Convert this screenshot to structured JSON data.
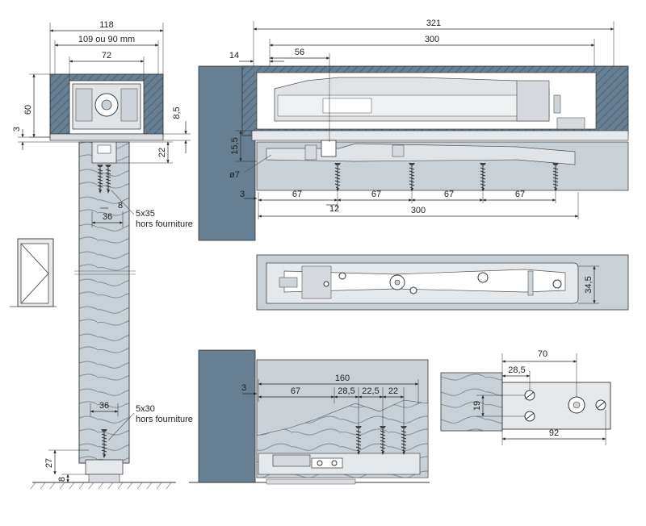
{
  "colors": {
    "wall": "#667f93",
    "door_panel": "#c9d1d7",
    "mechanism": "#e1e4e7",
    "mechanism_dark": "#9aa3aa",
    "wood_hatch": "#7c8d99",
    "line": "#2a2a2a"
  },
  "icons": {
    "door_symbol": "door-elevation-icon",
    "screw": "wood-screw-icon"
  },
  "section_view": {
    "dim_overall": "118",
    "dim_rail": "109 ou 90 mm",
    "dim_inner": "72",
    "dim_height": "60",
    "dim_offset": "3",
    "dim_flange": "8,5",
    "dim_bracket": "22",
    "dim_screw_spacing": "8",
    "dim_screw_width": "36",
    "screw_top_spec": "5x35",
    "screw_top_note": "hors fourniture",
    "dim_bottom_width": "36",
    "screw_bottom_spec": "5x30",
    "screw_bottom_note": "hors fourniture",
    "dim_bottom_height": "27",
    "dim_floor_gap": "8"
  },
  "elevation_view": {
    "dim_total": "321",
    "dim_rail": "300",
    "dim_left_offset": "14",
    "dim_first": "56",
    "dim_clearance": "15,5",
    "dim_hole": "ø7",
    "dim_edge_offset": "3",
    "spacings": [
      "67",
      "67",
      "67",
      "67"
    ],
    "dim_center": "12",
    "dim_bottom_total": "300"
  },
  "plan_view": {
    "dim_depth": "34,5"
  },
  "bottom_view": {
    "dim_edge_offset": "3",
    "dim_total": "160",
    "dim_first": "67",
    "dim_a": "28,5",
    "dim_b": "22,5",
    "dim_c": "22"
  },
  "plate_view": {
    "dim_total": "70",
    "dim_inner": "28,5",
    "dim_height": "19",
    "dim_length": "92"
  }
}
